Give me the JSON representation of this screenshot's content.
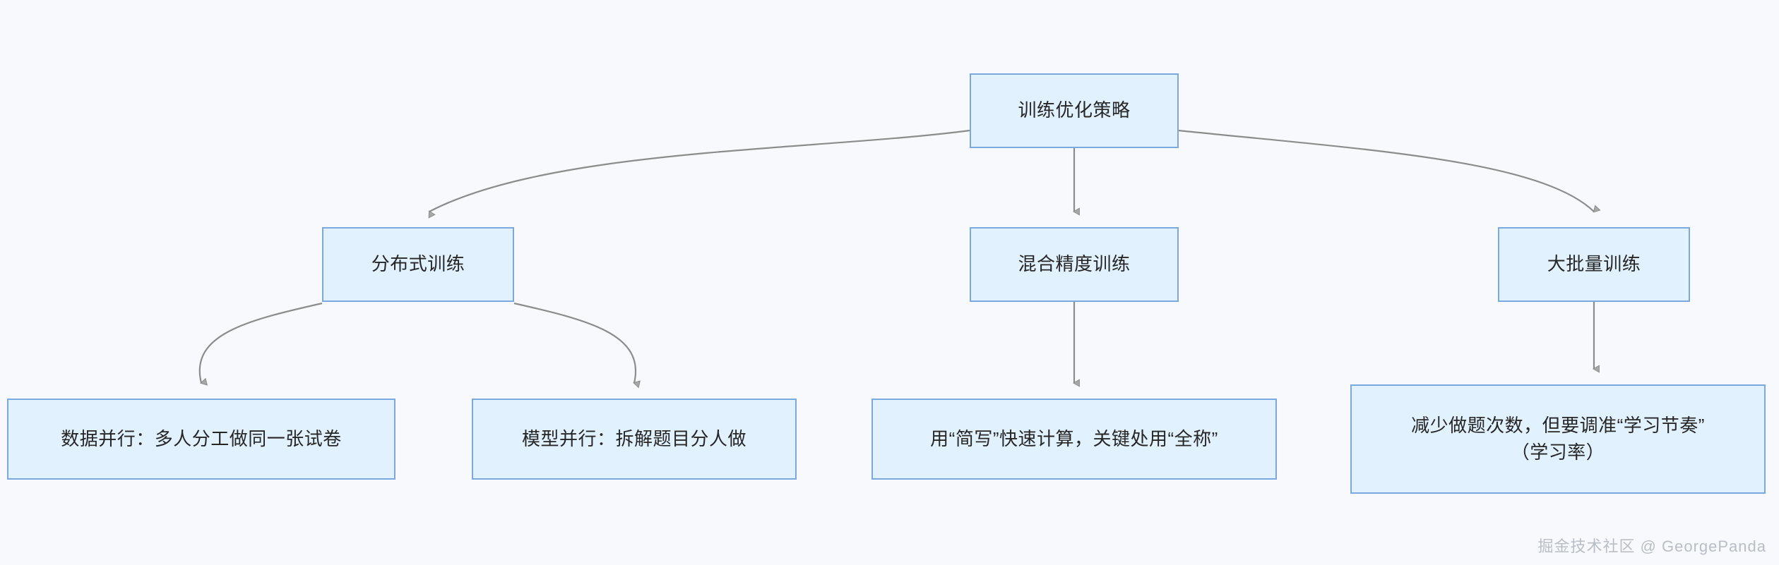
{
  "diagram": {
    "title": "训练优化策略",
    "background_color": "#f7f9fc",
    "node_fill_color": "#e1f1fd",
    "node_border_color": "#7aa9e0",
    "edge_color": "#8c8c8c",
    "text_color": "#262626",
    "nodes": {
      "root": {
        "label": "训练优化策略"
      },
      "distributed": {
        "label": "分布式训练"
      },
      "mixed_precision": {
        "label": "混合精度训练"
      },
      "large_batch": {
        "label": "大批量训练"
      },
      "data_parallel": {
        "label": "数据并行：多人分工做同一张试卷"
      },
      "model_parallel": {
        "label": "模型并行：拆解题目分人做"
      },
      "amp_detail": {
        "label": "用“简写”快速计算，关键处用“全称”"
      },
      "lr_detail": {
        "label": "减少做题次数，但要调准“学习节奏”\n（学习率）"
      }
    },
    "edges": [
      {
        "from": "root",
        "to": "distributed",
        "style": "curved"
      },
      {
        "from": "root",
        "to": "mixed_precision",
        "style": "straight"
      },
      {
        "from": "root",
        "to": "large_batch",
        "style": "curved"
      },
      {
        "from": "distributed",
        "to": "data_parallel",
        "style": "curved"
      },
      {
        "from": "distributed",
        "to": "model_parallel",
        "style": "curved"
      },
      {
        "from": "mixed_precision",
        "to": "amp_detail",
        "style": "straight"
      },
      {
        "from": "large_batch",
        "to": "lr_detail",
        "style": "straight"
      }
    ]
  },
  "watermark": {
    "text": "掘金技术社区 @ GeorgePanda"
  }
}
